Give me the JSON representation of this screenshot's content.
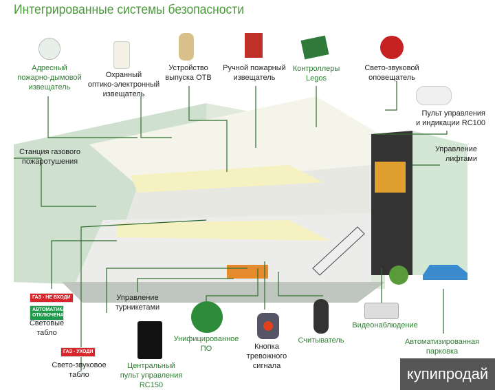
{
  "title": "Интегрированные системы безопасности",
  "labels": {
    "smoke": [
      "Адресный",
      "пожарно-дымовой",
      "извещатель"
    ],
    "optic": [
      "Охранный",
      "оптико-электронный",
      "извещатель"
    ],
    "otv": [
      "Устройство",
      "выпуска ОТВ"
    ],
    "manual": [
      "Ручной пожарный",
      "извещатель"
    ],
    "legos": [
      "Контроллеры",
      "Legos"
    ],
    "siren": [
      "Свето-звуковой",
      "оповещатель"
    ],
    "rc100": [
      "Пульт управления",
      "и индикации RC100"
    ],
    "lift": [
      "Управление",
      "лифтами"
    ],
    "gas": [
      "Станция газового",
      "пожаротушения"
    ],
    "turn": [
      "Управление",
      "турникетами"
    ],
    "boards": [
      "Световые",
      "табло"
    ],
    "soundboard": [
      "Свето-звуковое",
      "табло"
    ],
    "rc150": [
      "Центральный",
      "пульт управления",
      "RC150"
    ],
    "software": [
      "Унифицированное",
      "ПО"
    ],
    "alarm": [
      "Кнопка",
      "тревожного",
      "сигнала"
    ],
    "reader": [
      "Считыватель"
    ],
    "video": [
      "Видеонаблюдение"
    ],
    "parking": [
      "Автоматизированная",
      "парковка"
    ]
  },
  "signs": {
    "gas_no_enter": "ГАЗ - НЕ ВХОДИ",
    "auto_off": "АВТОМАТИКА ОТКЛЮЧЕНА",
    "gas_leave": "ГАЗ - УХОДИ"
  },
  "watermark": "купипродай"
}
